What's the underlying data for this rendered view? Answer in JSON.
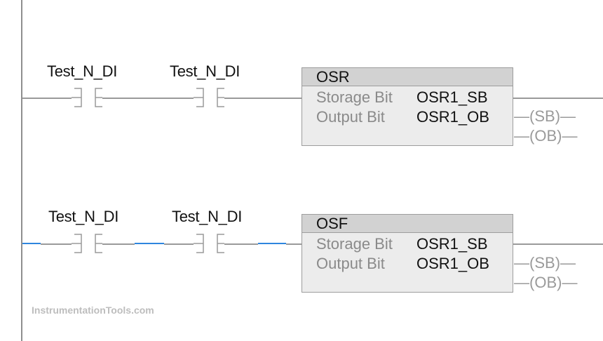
{
  "rungs": [
    {
      "contacts": [
        {
          "tag": "Test_N_DI"
        },
        {
          "tag": "Test_N_DI"
        }
      ],
      "instruction": {
        "name": "OSR",
        "rows": [
          {
            "label": "Storage Bit",
            "value": "OSR1_SB"
          },
          {
            "label": "Output Bit",
            "value": "OSR1_OB"
          }
        ],
        "coils": [
          "SB",
          "OB"
        ]
      }
    },
    {
      "contacts": [
        {
          "tag": "Test_N_DI"
        },
        {
          "tag": "Test_N_DI"
        }
      ],
      "instruction": {
        "name": "OSF",
        "rows": [
          {
            "label": "Storage Bit",
            "value": "OSR1_SB"
          },
          {
            "label": "Output Bit",
            "value": "OSR1_OB"
          }
        ],
        "coils": [
          "SB",
          "OB"
        ]
      }
    }
  ],
  "watermark": "InstrumentationTools.com",
  "colors": {
    "rail": "#8f8f8f",
    "wire": "#9a9a9a",
    "active_wire": "#2e86de",
    "box_fill": "#ececec",
    "box_header": "#d2d2d2"
  }
}
